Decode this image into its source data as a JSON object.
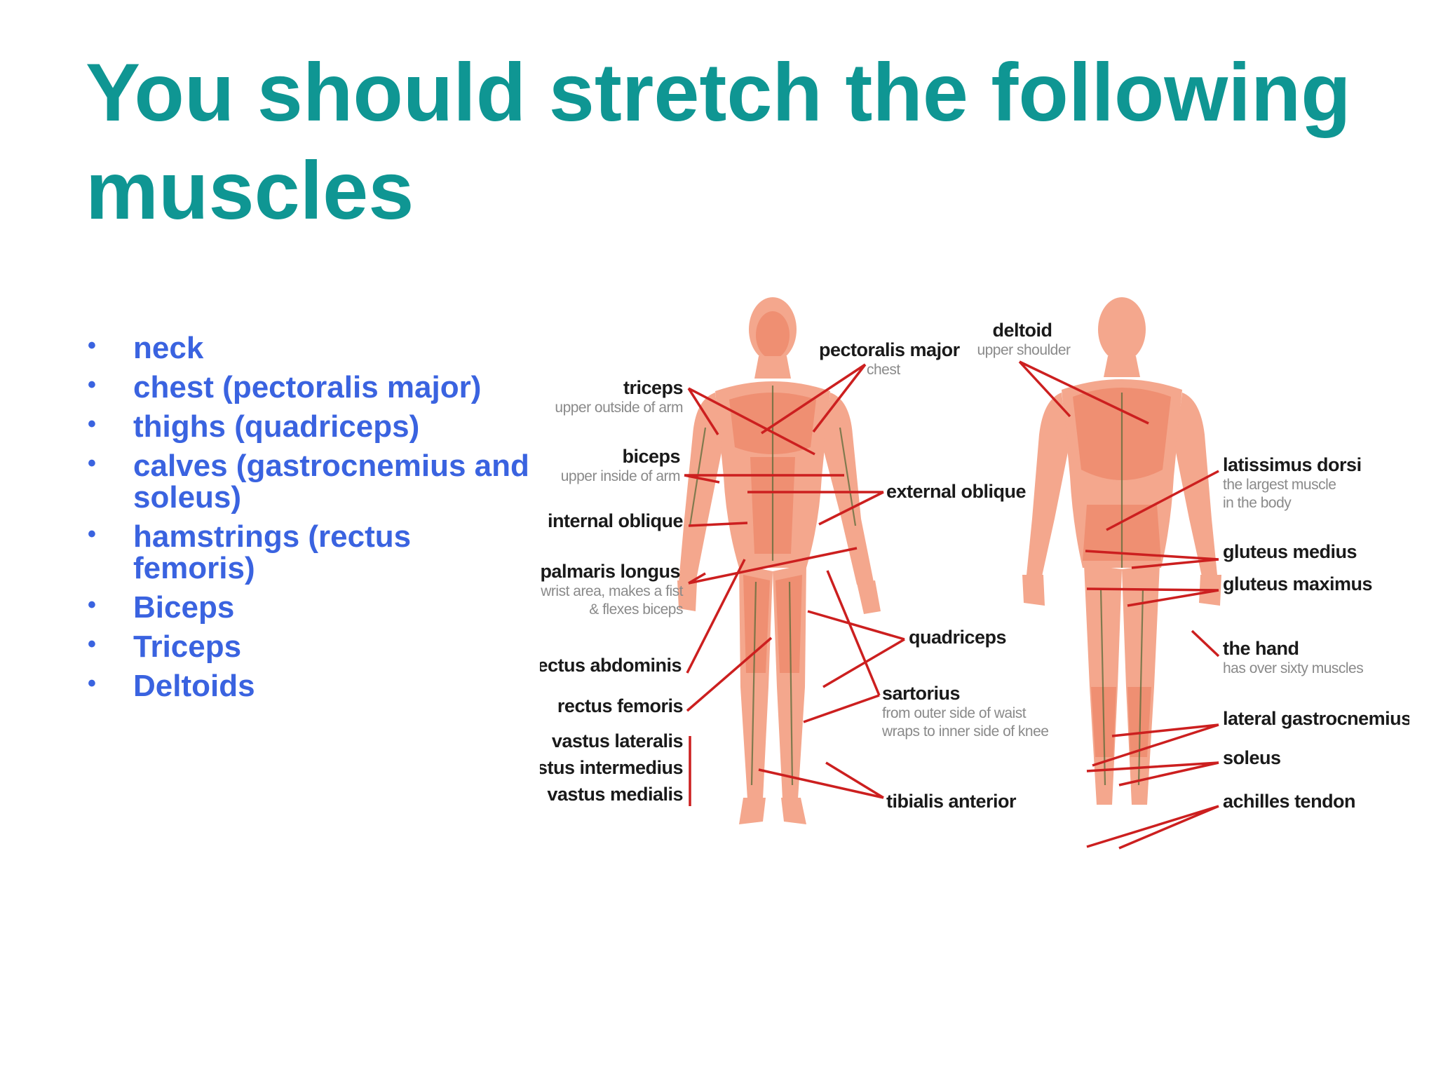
{
  "slide": {
    "title": "You should stretch the following muscles",
    "title_color": "#0f9693",
    "bullet_color": "#3a63e0"
  },
  "bullets": [
    "neck",
    "chest (pectoralis major)",
    "thighs (quadriceps)",
    "calves (gastrocnemius and soleus)",
    "hamstrings (rectus femoris)",
    "Biceps",
    "Triceps",
    "Deltoids"
  ],
  "diagram": {
    "front_left": {
      "triceps": "triceps",
      "triceps_sub": "upper outside of arm",
      "biceps": "biceps",
      "biceps_sub": "upper inside of arm",
      "internal_oblique": "internal oblique",
      "palmaris_longus": "palmaris longus",
      "palmaris_sub1": "wrist area, makes a fist",
      "palmaris_sub2": "& flexes biceps",
      "rectus_abdominis": "rectus abdominis",
      "rectus_femoris": "rectus femoris",
      "vastus_lateralis": "vastus lateralis",
      "vastus_intermedius": "vastus intermedius",
      "vastus_medialis": "vastus medialis"
    },
    "front_right": {
      "pectoralis_major": "pectoralis major",
      "pectoralis_sub": "chest",
      "external_oblique": "external oblique",
      "quadriceps": "quadriceps",
      "sartorius": "sartorius",
      "sartorius_sub1": "from outer side of waist",
      "sartorius_sub2": "wraps to inner side of knee",
      "tibialis_anterior": "tibialis anterior"
    },
    "back": {
      "deltoid": "deltoid",
      "deltoid_sub": "upper shoulder",
      "latissimus_dorsi": "latissimus dorsi",
      "latissimus_sub1": "the largest muscle",
      "latissimus_sub2": "in the body",
      "gluteus_medius": "gluteus medius",
      "gluteus_maximus": "gluteus maximus",
      "the_hand": "the hand",
      "the_hand_sub": "has over sixty muscles",
      "lateral_gastrocnemius": "lateral gastrocnemius",
      "soleus": "soleus",
      "achilles_tendon": "achilles tendon"
    }
  }
}
